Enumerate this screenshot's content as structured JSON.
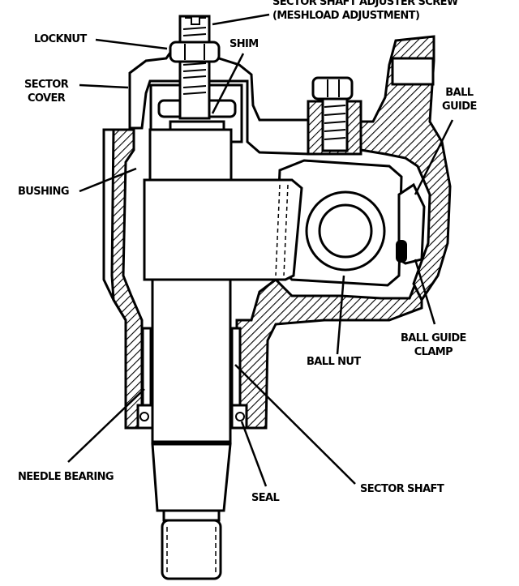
{
  "diagram": {
    "title": "Steering gear sector shaft assembly (cross-section)",
    "labels": {
      "adjuster_screw_line1": "SECTOR SHAFT ADJUSTER SCREW",
      "adjuster_screw_line2": "(MESHLOAD ADJUSTMENT)",
      "locknut": "LOCKNUT",
      "shim": "SHIM",
      "sector_cover_line1": "SECTOR",
      "sector_cover_line2": "COVER",
      "ball_guide_line1": "BALL",
      "ball_guide_line2": "GUIDE",
      "bushing": "BUSHING",
      "ball_guide_clamp_line1": "BALL GUIDE",
      "ball_guide_clamp_line2": "CLAMP",
      "ball_nut": "BALL NUT",
      "needle_bearing": "NEEDLE BEARING",
      "seal": "SEAL",
      "sector_shaft": "SECTOR SHAFT"
    },
    "colors": {
      "ink": "#000000",
      "paper": "#ffffff"
    }
  }
}
